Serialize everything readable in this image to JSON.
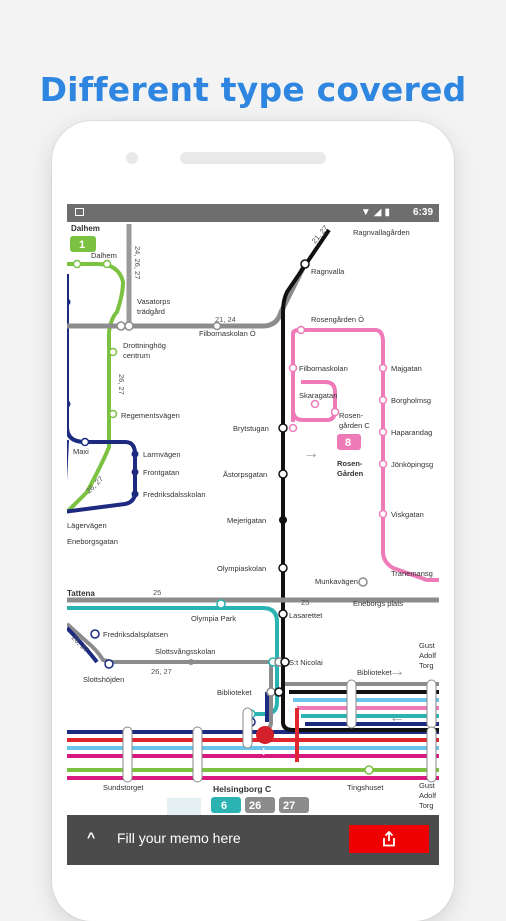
{
  "headline": "Different type covered",
  "status_bar": {
    "time": "6:39",
    "icons": [
      "wifi-icon",
      "signal-icon",
      "battery-icon"
    ]
  },
  "map": {
    "stations": {
      "dalhem": "Dalhem",
      "dalhem_small": "Dalhem",
      "ragnvallagarden": "Ragnvallagården",
      "ragnvalla": "Ragnvalla",
      "vasatorps": "Vasatorps",
      "tradgard": "trädgård",
      "filbornaskolan_o": "Filbornaskolan Ö",
      "drottninghog": "Drottninghög",
      "centrum": "centrum",
      "rosengarden_o": "Rosengården Ö",
      "filbornaskolan": "Filbornaskolan",
      "majgatan": "Majgatan",
      "skaragatan": "Skaragatan",
      "borgholmsg": "Borgholmsg",
      "regementsvagen": "Regementsvägen",
      "rosengarden_c1": "Rosen-",
      "rosengarden_c2": "gården C",
      "haparandag": "Haparandag",
      "brytstugan": "Brytstugan",
      "larmvagen": "Larmvägen",
      "frontgatan": "Frontgatan",
      "maxi": "Maxi",
      "rosen_gard1": "Rosen-",
      "rosen_gard2": "Gården",
      "jonkopingsg": "Jönköpingsg",
      "astorpsgatan": "Åstorpsgatan",
      "fredriksdalsskolan": "Fredriksdalsskolan",
      "lagervagen": "Lägervägen",
      "mejerigatan": "Mejerigatan",
      "viskgatan": "Viskgatan",
      "eneborgsgatan": "Eneborgsgatan",
      "olympiaskolan": "Olympiaskolan",
      "tranemansg": "Tranemansg",
      "tattena": "Tattena",
      "munkavagen": "Munkavägen",
      "olympia_park": "Olympia Park",
      "eneborgs_plats": "Eneborgs plats",
      "lasarettet": "Lasarettet",
      "fredriksdalsplatsen": "Fredriksdalsplatsen",
      "slottsvangsskolan": "Slottsvångsskolan",
      "st_nicolai": "S:t Nicolai",
      "slottshojden": "Slottshöjden",
      "biblioteket_r": "Biblioteket",
      "gust_adolf_torg_top1": "Gust",
      "gust_adolf_torg_top2": "Adolf",
      "gust_adolf_torg_top3": "Torg",
      "biblioteket_l": "Biblioteket",
      "sundstorget": "Sundstorget",
      "helsingborg_c": "Helsingborg C",
      "tingshuset": "Tingshuset",
      "gust_adolf_torg_bot1": "Gust",
      "gust_adolf_torg_bot2": "Adolf",
      "gust_adolf_torg_bot3": "Torg"
    },
    "route_numbers": {
      "l21_27": "21, 27",
      "l24_26_27": "24, 26, 27",
      "l21_24": "21, 24",
      "l26_27_v": "26, 27",
      "l26_27_d": "26, 27",
      "l25_a": "25",
      "l25_b": "25",
      "l26_27_e": "26, 27",
      "l26_27_f": "26, 27"
    },
    "badges": {
      "line1": "1",
      "line8": "8",
      "line6": "6",
      "line26": "26",
      "line27": "27"
    },
    "colors": {
      "green": "#7cc242",
      "navy": "#1c2a80",
      "black": "#111111",
      "pink": "#ee7bb8",
      "grey": "#8c8c8c",
      "teal": "#2ab3b1",
      "red": "#e0262e",
      "lightblue": "#6bc4ea",
      "magenta": "#d61a7f",
      "darkgrey": "#4b4b4b"
    }
  },
  "bottom_bar": {
    "memo_label": "Fill your memo here"
  }
}
